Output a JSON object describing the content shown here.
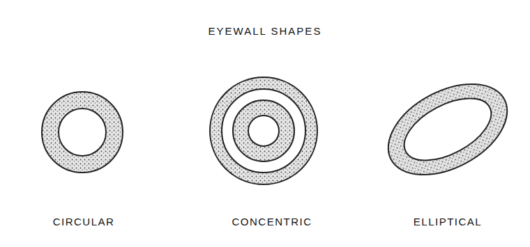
{
  "diagram": {
    "title": "EYEWALL SHAPES",
    "labels": [
      "CIRCULAR",
      "CONCENTRIC",
      "ELLIPTICAL"
    ]
  }
}
